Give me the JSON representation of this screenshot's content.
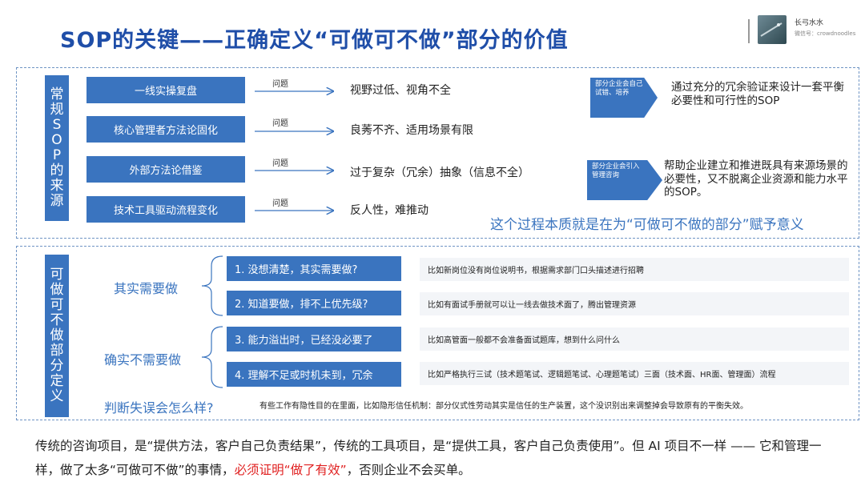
{
  "title": "SOP的关键——正确定义“可做可不做”部分的价值",
  "author": "长弓水水",
  "wechat": "微信号：crowdnoodles",
  "top": {
    "label_chars": [
      "常",
      "规",
      "S",
      "O",
      "P",
      "的",
      "来",
      "源"
    ],
    "rows": [
      {
        "source": "一线实操复盘",
        "arrow_label": "问题",
        "problem": "视野过低、视角不全"
      },
      {
        "source": "核心管理者方法论固化",
        "arrow_label": "问题",
        "problem": "良莠不齐、适用场景有限"
      },
      {
        "source": "外部方法论借鉴",
        "arrow_label": "问题",
        "problem": "过于复杂（冗余）抽象（信息不全）"
      },
      {
        "source": "技术工具驱动流程变化",
        "arrow_label": "问题",
        "problem": "反人性，难推动"
      }
    ],
    "approaches": [
      {
        "arrow_text": "部分企业会自己试错、培养",
        "result": "通过充分的冗余验证来设计一套平衡必要性和可行性的SOP"
      },
      {
        "arrow_text": "部分企业会引入管理咨询",
        "result": "帮助企业建立和推进既具有来源场景的必要性，又不脱离企业资源和能力水平的SOP。"
      }
    ],
    "summary": "这个过程本质就是在为“可做可不做的部分”赋予意义"
  },
  "bottom_panel": {
    "label_chars": [
      "可",
      "做",
      "可",
      "不",
      "做",
      "部",
      "分",
      "定",
      "义"
    ],
    "groups": [
      {
        "label": "其实需要做",
        "items": [
          {
            "q": "1. 没想清楚，其实需要做?",
            "example": "比如新岗位没有岗位说明书，根据需求部门口头描述进行招聘"
          },
          {
            "q": "2. 知道要做，排不上优先级?",
            "example": "比如有面试手册就可以让一线去做技术面了，腾出管理资源"
          }
        ]
      },
      {
        "label": "确实不需要做",
        "items": [
          {
            "q": "3. 能力溢出时，已经没必要了",
            "example": "比如高管面一般都不会准备面试题库，想到什么问什么"
          },
          {
            "q": "4. 理解不足或时机未到，冗余",
            "example": "比如严格执行三试（技术题笔试、逻辑题笔试、心理题笔试）三面（技术面、HR面、管理面）流程"
          }
        ]
      }
    ],
    "judge": "判断失误会怎么样?",
    "judge_example": "有些工作有隐性目的在里面，比如隐形信任机制：部分仪式性劳动其实是信任的生产装置，这个没识别出来调整掉会导致原有的平衡失效。"
  },
  "bottom_text": {
    "part1": "传统的咨询项目，是“提供方法，客户自己负责结果”，传统的工具项目，是“提供工具，客户自己负责使用”。但 AI 项目不一样 —— 它和管理一样，做了太多“可做可不做”的事情，",
    "highlight": "必须证明“做了有效”",
    "part2": "，否则企业不会买单。"
  },
  "colors": {
    "accent": "#3a74bf",
    "title": "#1f4ea8",
    "highlight": "#e02020"
  }
}
